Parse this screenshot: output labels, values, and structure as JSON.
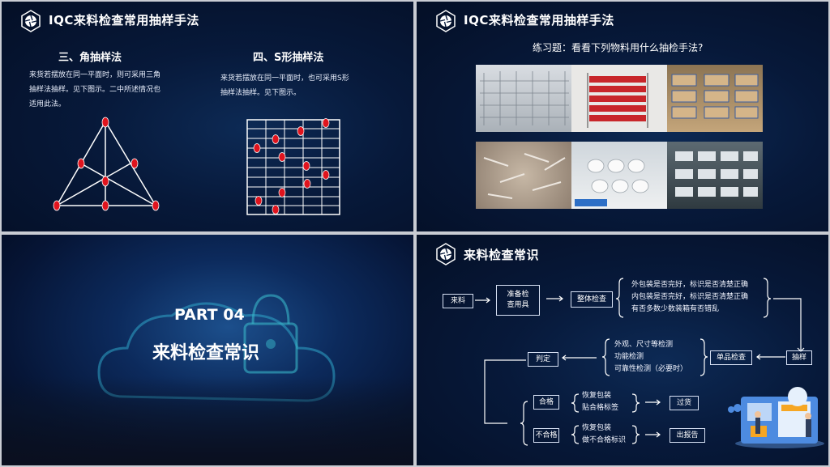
{
  "slide1": {
    "title": "IQC来料检查常用抽样手法",
    "left_heading": "三、角抽样法",
    "left_lines": [
      "来货若摆放在同一平面时，则可采用三角",
      "抽样法抽样。见下图示。二中所述情况也",
      "适用此法。"
    ],
    "right_heading": "四、S形抽样法",
    "right_lines": [
      "来货若摆放在同一平面时，也可采用S形",
      "抽样法抽样。见下图示。"
    ]
  },
  "slide2": {
    "title": "IQC来料检查常用抽样手法",
    "question": "练习题：看看下列物料用什么抽检手法?"
  },
  "slide3": {
    "part": "PART 04",
    "title": "来料检查常识"
  },
  "slide4": {
    "title": "来料检查常识",
    "flow": {
      "incoming": "来料",
      "prepare_line1": "准备检",
      "prepare_line2": "查用具",
      "overall": "整体检查",
      "overall_items": [
        "外包装是否完好，标识是否清楚正确",
        "内包装是否完好，标识是否清楚正确",
        "有否多数少数装箱有否错乱"
      ],
      "sampling": "抽样",
      "unit_check": "单品检查",
      "unit_items": [
        "外观、尺寸等检测",
        "功能检测",
        "可靠性检测（必要时）"
      ],
      "judge": "判定",
      "pass": "合格",
      "pass_items": [
        "恢复包装",
        "贴合格标签"
      ],
      "pass_result": "过货",
      "fail": "不合格",
      "fail_items": [
        "恢复包装",
        "做不合格标识"
      ],
      "fail_result": "出报告"
    }
  },
  "colors": {
    "accent_red": "#e0141e",
    "bg_navy": "#07193a",
    "line_white": "#ffffff"
  },
  "icons": {
    "logo": "aperture-icon"
  }
}
